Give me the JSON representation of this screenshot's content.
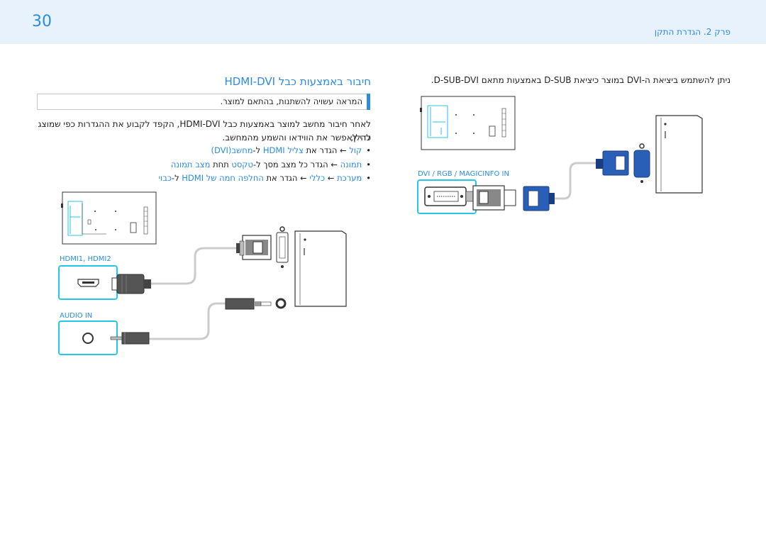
{
  "page": {
    "number": "30",
    "chapter": "פרק 2. הגדרת התקן"
  },
  "left": {
    "title": "חיבור באמצעות כבל HDMI-DVI",
    "note": "המראה עשויה להשתנות, בהתאם למוצר.",
    "para_line1": "לאחר חיבור מחשב למוצר באמצעות כבל HDMI-DVI, הקפד לקבוע את ההגדרות כפי שמוצג להלן,",
    "para_line2": "כדי לאפשר את הווידאו והשמע מהמחשב.",
    "bullets": [
      {
        "parts": [
          {
            "t": "קול",
            "c": "blue"
          },
          {
            "t": " ← הגדר את ",
            "c": "plain"
          },
          {
            "t": "צליל HDMI",
            "c": "blue"
          },
          {
            "t": " ל-",
            "c": "plain"
          },
          {
            "t": "מחשב(DVI)",
            "c": "blue"
          }
        ]
      },
      {
        "parts": [
          {
            "t": "תמונה",
            "c": "blue"
          },
          {
            "t": " ← הגדר כל מצב מסך ל-",
            "c": "plain"
          },
          {
            "t": "טקסט",
            "c": "blue"
          },
          {
            "t": " תחת ",
            "c": "plain"
          },
          {
            "t": "מצב תמונה",
            "c": "blue"
          }
        ]
      },
      {
        "parts": [
          {
            "t": "מערכת",
            "c": "blue"
          },
          {
            "t": " ← ",
            "c": "plain"
          },
          {
            "t": "כללי",
            "c": "blue"
          },
          {
            "t": " ← הגדר את ",
            "c": "plain"
          },
          {
            "t": "החלפה חמה של HDMI",
            "c": "blue"
          },
          {
            "t": " ל-",
            "c": "plain"
          },
          {
            "t": "כבוי",
            "c": "blue"
          }
        ]
      }
    ],
    "port_hdmi": "HDMI1, HDMI2",
    "port_audio": "AUDIO IN"
  },
  "right": {
    "intro": "ניתן להשתמש ביציאת ה-DVI במוצר כיציאת D-SUB באמצעות מתאם D-SUB-DVI.",
    "port_dvi": "DVI / RGB / MAGICINFO IN"
  },
  "colors": {
    "accent": "#2a8be8",
    "highlight": "#27c6e6",
    "band": "#e8f2fc"
  }
}
